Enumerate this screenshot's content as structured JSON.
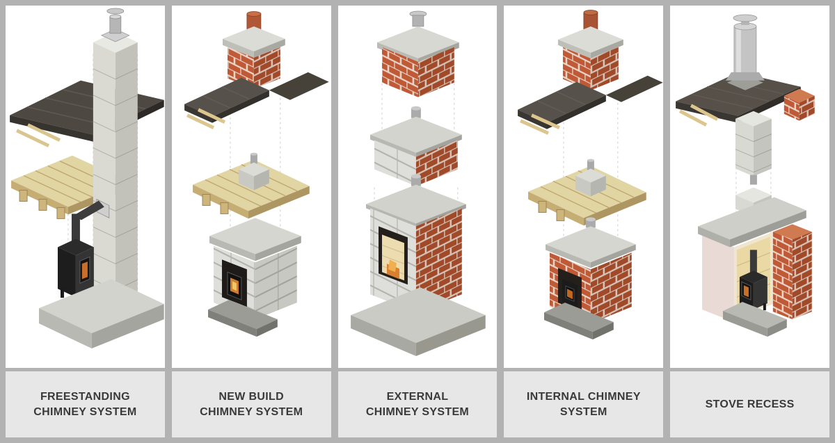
{
  "page": {
    "background": "#b2b2b2",
    "panel_background": "#ffffff",
    "caption_background": "#e7e7e7",
    "caption_text_color": "#3a3a3a"
  },
  "panels": [
    {
      "label": "FREESTANDING CHIMNEY SYSTEM",
      "lines": [
        "FREESTANDING",
        "CHIMNEY SYSTEM"
      ],
      "illustration": "freestanding-chimney-system-diagram"
    },
    {
      "label": "NEW BUILD CHIMNEY SYSTEM",
      "lines": [
        "NEW BUILD",
        "CHIMNEY SYSTEM"
      ],
      "illustration": "new-build-chimney-system-diagram"
    },
    {
      "label": "EXTERNAL CHIMNEY SYSTEM",
      "lines": [
        "EXTERNAL",
        "CHIMNEY SYSTEM"
      ],
      "illustration": "external-chimney-system-diagram"
    },
    {
      "label": "INTERNAL CHIMNEY SYSTEM",
      "lines": [
        "INTERNAL CHIMNEY",
        "SYSTEM"
      ],
      "illustration": "internal-chimney-system-diagram"
    },
    {
      "label": "STOVE RECESS",
      "lines": [
        "STOVE RECESS"
      ],
      "illustration": "stove-recess-diagram"
    }
  ],
  "palette": {
    "brick": "#b5532f",
    "concrete_block": "#d9d9d3",
    "roof_slate": "#56504b",
    "timber": "#e2d5a4",
    "stove_black": "#1d1d1d",
    "fire_glow": "#d98030",
    "terracotta_pot": "#b05836",
    "metal_flue": "#c4c4c4"
  }
}
